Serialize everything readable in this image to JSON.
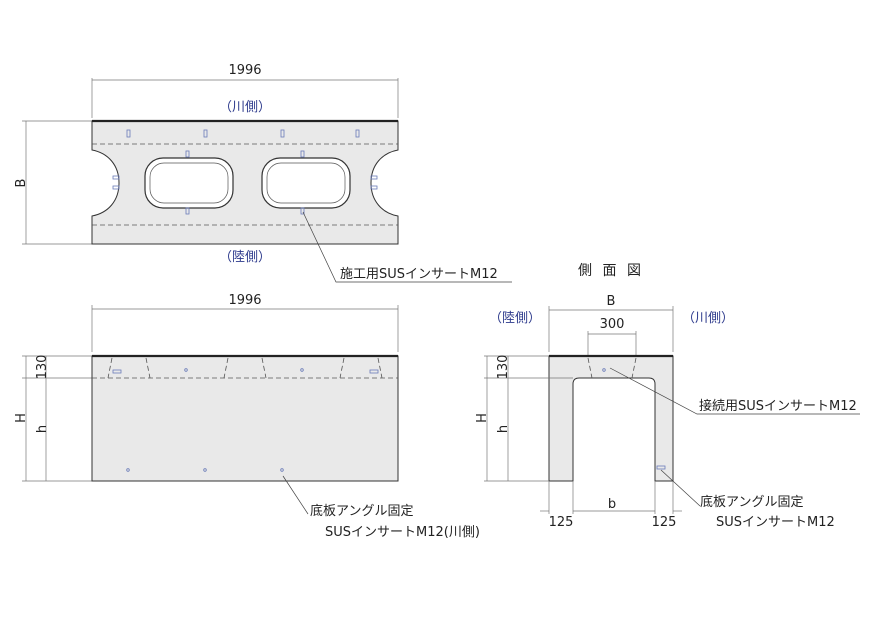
{
  "top_view": {
    "length_dim": "1996",
    "width_dim": "B",
    "river_side": "（川側）",
    "land_side": "（陸側）",
    "insert_note": "施工用SUSインサートM12"
  },
  "front_view": {
    "length_dim": "1996",
    "top_dim": "130",
    "height_dim": "H",
    "inner_height_dim": "h",
    "note_line1": "底板アングル固定",
    "note_line2": "SUSインサートM12(川側)"
  },
  "side_view": {
    "title": "側 面 図",
    "width_dim": "B",
    "gap_dim": "300",
    "land_side": "（陸側）",
    "river_side": "（川側）",
    "top_dim": "130",
    "height_dim": "H",
    "inner_height_dim": "h",
    "bottom_dim": "b",
    "wall_left_dim": "125",
    "wall_right_dim": "125",
    "joint_note": "接続用SUSインサートM12",
    "note_line1": "底板アングル固定",
    "note_line2": "SUSインサートM12"
  },
  "colors": {
    "concrete": "#e9e9e9",
    "side_label": "#2d3a8c",
    "insert": "#6a7bb8"
  }
}
